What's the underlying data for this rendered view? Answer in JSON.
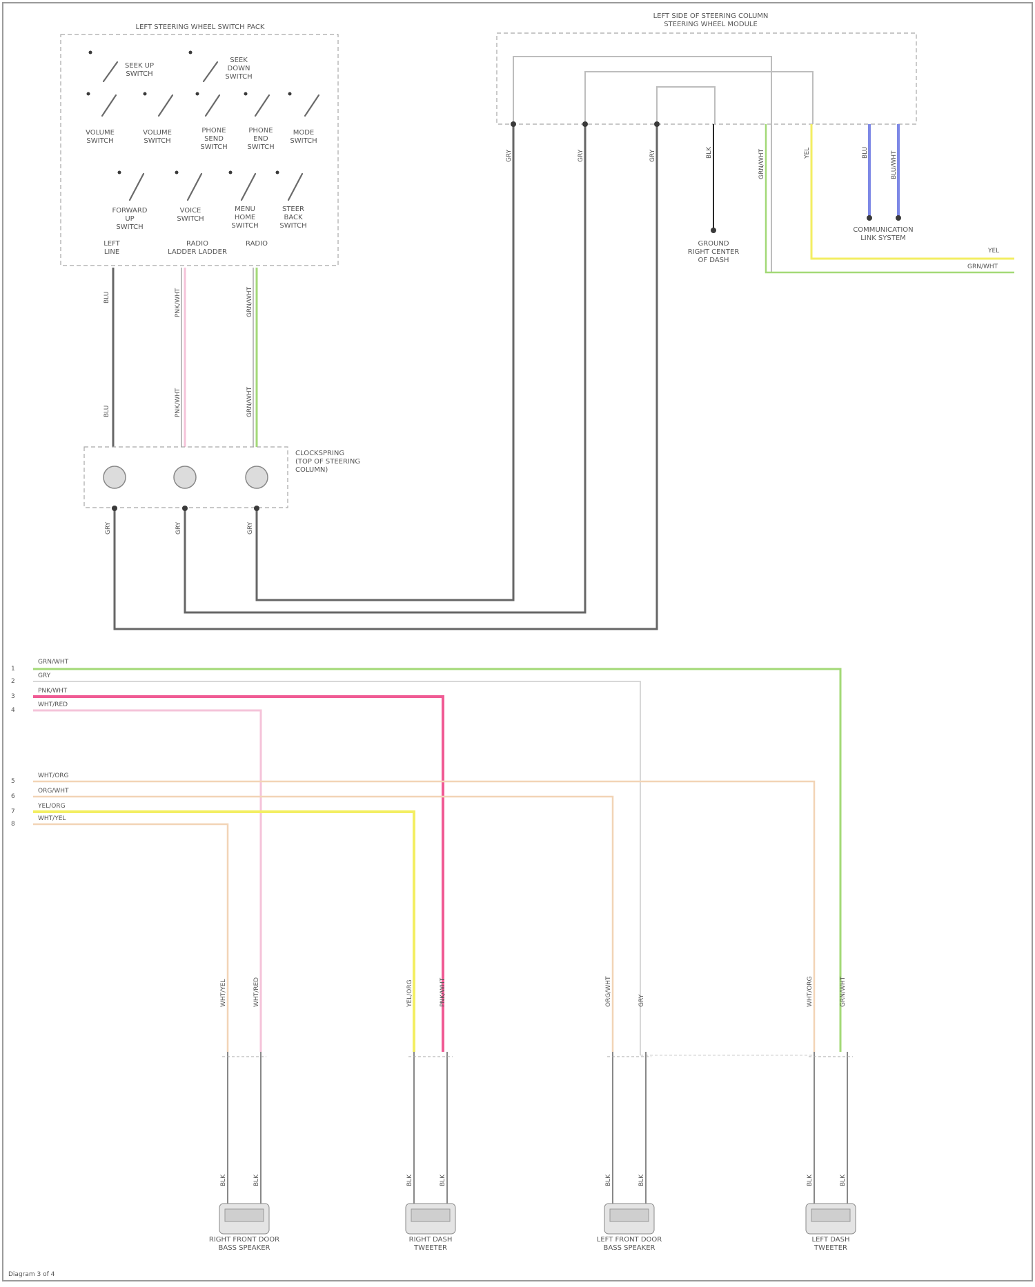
{
  "diagram": {
    "components": {
      "left_panel": {
        "title": "LEFT STEERING WHEEL SWITCH PACK",
        "switches": [
          {
            "label": "SEEK UP\nSWITCH"
          },
          {
            "label": "SEEK\nDOWN\nSWITCH"
          },
          {
            "label": "VOLUME\nSWITCH"
          },
          {
            "label": "VOLUME\nSWITCH"
          },
          {
            "label": "PHONE\nSEND\nSWITCH"
          },
          {
            "label": "PHONE\nEND\nSWITCH"
          },
          {
            "label": "MODE\nSWITCH"
          },
          {
            "label": "FORWARD\nUP\nSWITCH"
          },
          {
            "label": "VOICE\nSWITCH"
          },
          {
            "label": "MENU\nHOME\nSWITCH"
          },
          {
            "label": "STEER\nBACK\nSWITCH"
          }
        ],
        "pin_labels": [
          "LEFT\nLINE",
          "RADIO\nLADDER LADDER",
          "RADIO"
        ]
      },
      "clockspring": {
        "label": "CLOCKSPRING\n(TOP OF STEERING\nCOLUMN)"
      },
      "right_module": {
        "title": "LEFT SIDE OF STEERING COLUMN\nSTEERING WHEEL MODULE"
      },
      "ground": {
        "label": "GROUND\nRIGHT CENTER\nOF DASH"
      },
      "data_link": {
        "label": "COMMUNICATION\nLINK SYSTEM"
      },
      "right_edge_labels": [
        "YEL",
        "GRN/WHT"
      ]
    },
    "left_wire_labels_top": [
      "BLU",
      "PNK/WHT",
      "GRN/WHT"
    ],
    "left_wire_labels_mid": [
      "BLU",
      "PNK/WHT",
      "GRN/WHT"
    ],
    "left_wire_labels_bot": [
      "GRY",
      "GRY",
      "GRY"
    ],
    "module_wire_labels": [
      "GRY",
      "GRY",
      "GRY",
      "BLK",
      "GRN/WHT",
      "YEL",
      "BLU",
      "BLU/WHT"
    ],
    "bus_top": {
      "pins": [
        "1",
        "2",
        "3",
        "4"
      ],
      "labels": [
        "GRN/WHT",
        "GRY",
        "PNK/WHT",
        "WHT/RED"
      ]
    },
    "bus_bottom": {
      "pins": [
        "5",
        "6",
        "7",
        "8"
      ],
      "labels": [
        "WHT/ORG",
        "ORG/WHT",
        "YEL/ORG",
        "WHT/YEL"
      ]
    },
    "speakers": [
      {
        "label": "RIGHT FRONT DOOR\nBASS SPEAKER",
        "wire_labels": [
          "WHT/YEL",
          "WHT/RED",
          "BLK",
          "BLK"
        ]
      },
      {
        "label": "RIGHT DASH\nTWEETER",
        "wire_labels": [
          "YEL/ORG",
          "PNK/WHT",
          "BLK",
          "BLK"
        ]
      },
      {
        "label": "LEFT FRONT DOOR\nBASS SPEAKER",
        "wire_labels": [
          "ORG/WHT",
          "GRY",
          "BLK",
          "BLK"
        ]
      },
      {
        "label": "LEFT DASH\nTWEETER",
        "wire_labels": [
          "WHT/ORG",
          "GRN/WHT",
          "BLK",
          "BLK"
        ]
      }
    ],
    "footer": "Diagram 3 of 4",
    "colors": {
      "gray_wire": "#666666",
      "light_gray_wire": "#bdbdbd",
      "green_wire": "#a3d977",
      "pink_wire": "#f05b94",
      "light_pink_wire": "#f5c3d9",
      "yellow_wire": "#f3ee62",
      "peach_wire": "#f2d4b6",
      "blue_wire": "#7d88e6",
      "black_wire": "#2a2a2a"
    }
  }
}
